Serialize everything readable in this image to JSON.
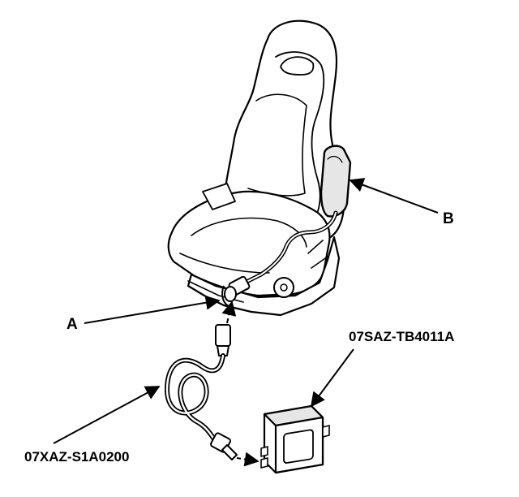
{
  "callouts": {
    "a": "A",
    "b": "B"
  },
  "part_numbers": {
    "harness_tool": "07XAZ-S1A0200",
    "tester_unit": "07SAZ-TB4011A"
  },
  "colors": {
    "ink": "#000000",
    "paper": "#ffffff",
    "shade": "#e6e6e6"
  }
}
